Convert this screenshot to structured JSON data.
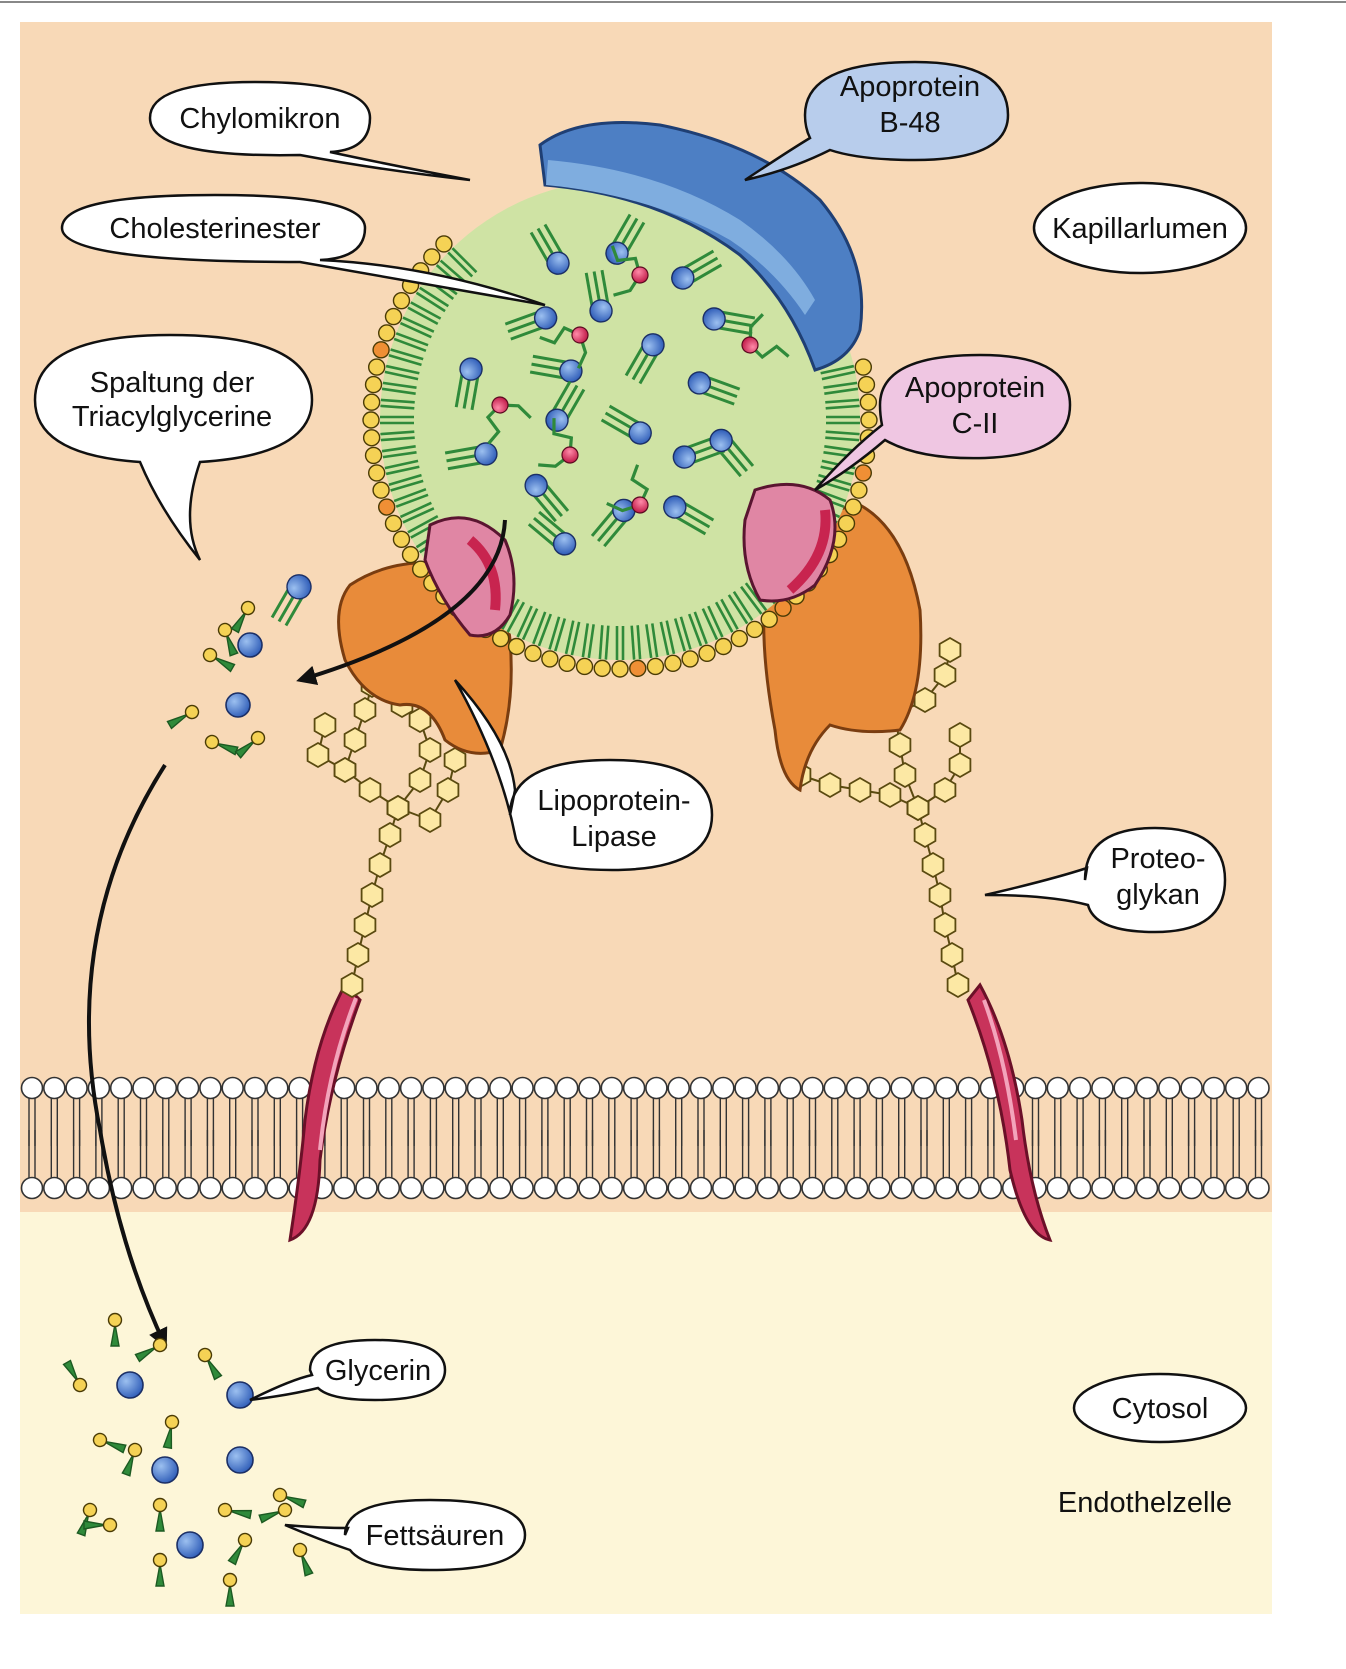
{
  "labels": {
    "chylomikron": "Chylomikron",
    "apoprotein_b48_line1": "Apoprotein",
    "apoprotein_b48_line2": "B-48",
    "cholesterinester": "Cholesterinester",
    "kapillarlumen": "Kapillarlumen",
    "spaltung_line1": "Spaltung der",
    "spaltung_line2": "Triacylglycerine",
    "apoprotein_c2_line1": "Apoprotein",
    "apoprotein_c2_line2": "C-II",
    "lipoprotein_line1": "Lipoprotein-",
    "lipoprotein_line2": "Lipase",
    "proteoglykan_line1": "Proteo-",
    "proteoglykan_line2": "glykan",
    "glycerin": "Glycerin",
    "cytosol": "Cytosol",
    "fettsaeuren": "Fettsäuren",
    "endothelzelle": "Endothelzelle"
  },
  "colors": {
    "lumen": "#f8d9b7",
    "cytosol": "#fdf6d8",
    "chylomicron_core": "#cfe3a4",
    "lipid_tail": "#2f8a3a",
    "headgroup_yellow": "#f5d255",
    "headgroup_orange": "#ef8f35",
    "glycerol_blue": "#3c6ed0",
    "cholesterol_red": "#d92c5a",
    "apo_b48": "#4d7fc4",
    "apo_b48_light": "#7faddf",
    "apo_c2": "#e086a4",
    "lipase": "#e88b3a",
    "proteoglycan": "#fce8a4",
    "membrane_protein": "#cc3960",
    "bubble_b48": "#b8cdec",
    "bubble_c2": "#efc6e2"
  },
  "icons": [
    "chylomicron-particle",
    "apoprotein-b48-shape",
    "apoprotein-c2-shape",
    "lipase-enzyme",
    "proteoglycan-chain",
    "transmembrane-protein",
    "lipid-bilayer",
    "glycerol-molecule",
    "fatty-acid-molecule",
    "cholesterol-ester-molecule",
    "arrow-icon"
  ]
}
